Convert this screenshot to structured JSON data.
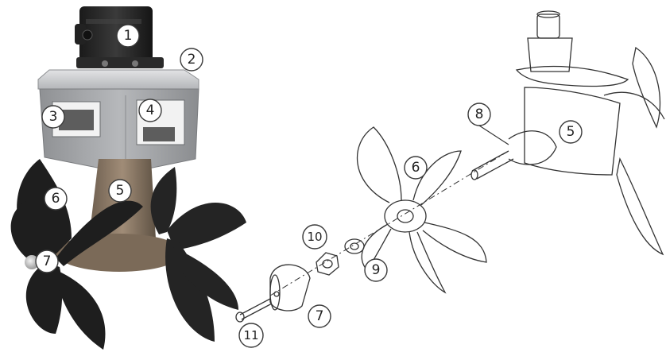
{
  "figure": {
    "views": [
      "assembled-thruster",
      "exploded-propeller-assembly"
    ],
    "colors": {
      "motor_black": "#2b2b2b",
      "bracket_grey": "#a9abae",
      "flange_light": "#d3d5d7",
      "leg_bronze": "#8c7a67",
      "propeller_black": "#1e1e1e",
      "line_art": "#333333"
    }
  },
  "callouts": {
    "c1": "1",
    "c2": "2",
    "c3": "3",
    "c4": "4",
    "c5": "5",
    "c6": "6",
    "c7": "7",
    "c8": "8",
    "c9": "9",
    "c10": "10",
    "c11": "11"
  }
}
